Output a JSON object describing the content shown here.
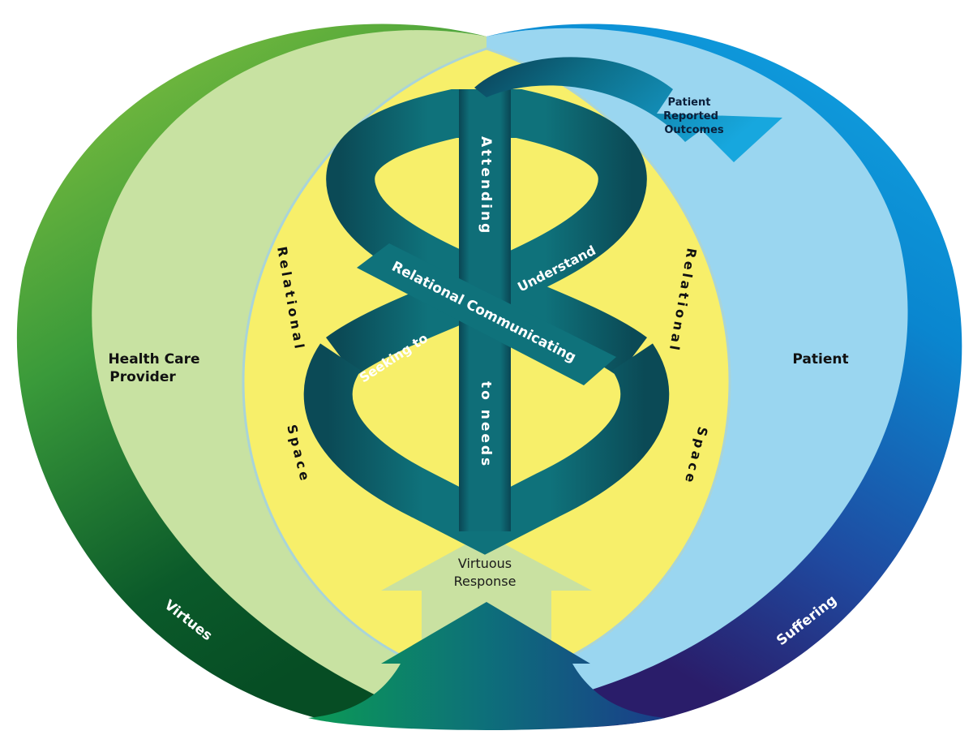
{
  "diagram": {
    "title": "Relational compassion model",
    "nodes": {
      "provider": {
        "label_line1": "Health Care",
        "label_line2": "Provider"
      },
      "patient": {
        "label": "Patient"
      },
      "virtues": {
        "label": "Virtues"
      },
      "suffering": {
        "label": "Suffering"
      },
      "relational_space_left": {
        "label_line1": "Relational",
        "label_line2": "Space"
      },
      "relational_space_right": {
        "label_line1": "Relational",
        "label_line2": "Space"
      },
      "attending": {
        "label_top": "Attending",
        "label_bottom": "to needs"
      },
      "relational_communicating": {
        "label": "Relational Communicating"
      },
      "seeking": {
        "label": "Seeking to"
      },
      "understand": {
        "label": "Understand"
      },
      "virtuous_response": {
        "label_line1": "Virtuous",
        "label_line2": "Response"
      },
      "patient_reported_outcomes": {
        "label_line1": "Patient",
        "label_line2": "Reported",
        "label_line3": "Outcomes"
      }
    },
    "colors": {
      "provider_fill": "#c8e2a2",
      "provider_rim_light": "#8cc63f",
      "provider_rim_dark": "#0b5a2a",
      "patient_fill": "#9ad6f0",
      "patient_rim_light": "#12a7e3",
      "patient_rim_dark": "#2c1f6e",
      "overlap_fill": "#f7ef6a",
      "ribbon": "#0f6f78",
      "ribbon_dark": "#0b4650",
      "pro_arrow": "#16a5dc",
      "response_arrow": "#c9e1a1"
    }
  }
}
